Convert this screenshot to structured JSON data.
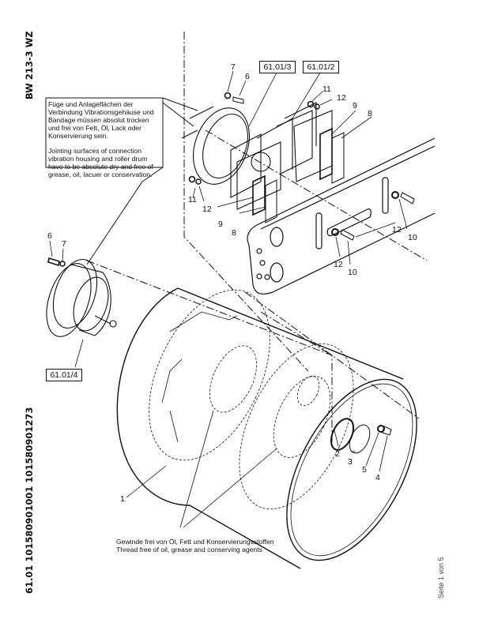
{
  "document": {
    "model_title": "BW 213-3 WZ",
    "part_code": "61.01 101580901001 101580901273",
    "page_label": "Seite 1 von 5"
  },
  "notes": {
    "surface_note_de": "Füge und Anlageflächen der Verbindung Vibrationsgehäuse und Bandage müssen absolut trocken und frei von Fett, Öl, Lack oder Konservierung sein.",
    "surface_note_en": "Jointing surfaces of connection vibration housing and roller drum have to be absolute dry and free of grease, oil, lacuer or conservation.",
    "thread_note_de": "Gewinde frei von Öl, Fett und Konservierungsstoffen",
    "thread_note_en": "Thread free of oil, grease and conserving agents"
  },
  "reference_boxes": [
    {
      "label": "61.01/3"
    },
    {
      "label": "61.01/2"
    },
    {
      "label": "61.01/4"
    }
  ],
  "callouts": [
    {
      "label": "7"
    },
    {
      "label": "6"
    },
    {
      "label": "11"
    },
    {
      "label": "12"
    },
    {
      "label": "9"
    },
    {
      "label": "8"
    },
    {
      "label": "11"
    },
    {
      "label": "12"
    },
    {
      "label": "9"
    },
    {
      "label": "8"
    },
    {
      "label": "12"
    },
    {
      "label": "10"
    },
    {
      "label": "12"
    },
    {
      "label": "10"
    },
    {
      "label": "6"
    },
    {
      "label": "7"
    },
    {
      "label": "1"
    },
    {
      "label": "2"
    },
    {
      "label": "3"
    },
    {
      "label": "5"
    },
    {
      "label": "4"
    }
  ]
}
